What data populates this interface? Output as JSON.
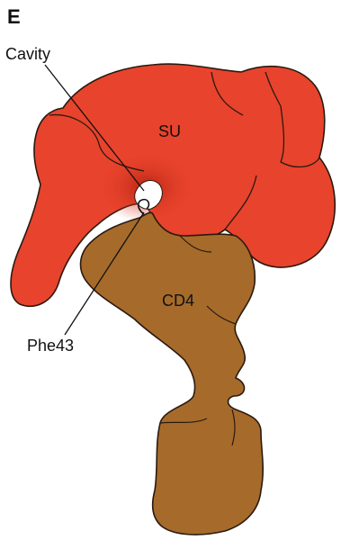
{
  "figure": {
    "panel_label": "E",
    "labels": {
      "cavity": "Cavity",
      "su": "SU",
      "cd4": "CD4",
      "phe43": "Phe43"
    },
    "colors": {
      "su": "#e8432c",
      "su_shade": "#c22a18",
      "cd4": "#a66b2a",
      "outline": "#2a1a10",
      "leader": "#111111",
      "background": "#ffffff"
    }
  }
}
